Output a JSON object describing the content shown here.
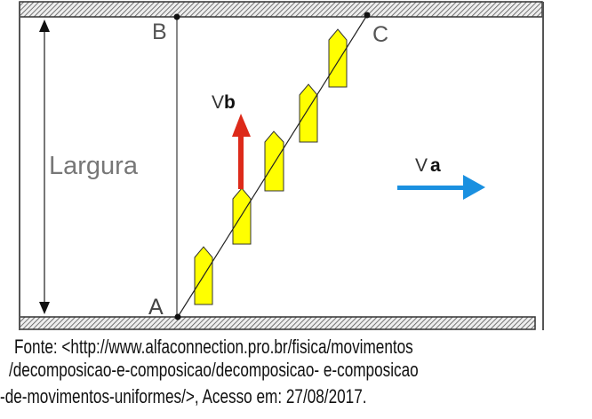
{
  "diagram": {
    "points": {
      "A": "A",
      "B": "B",
      "C": "C"
    },
    "width_label": "Largura",
    "boat_velocity_label": {
      "v": "V",
      "sub": "b"
    },
    "river_velocity_label": {
      "v": "V",
      "sub": "a"
    },
    "colors": {
      "boat": "#ffff00",
      "boat_velocity": "#dd2a1a",
      "river_velocity": "#1a90e0",
      "bank": "#888888"
    }
  },
  "caption": {
    "line1": "Fonte: <http://www.alfaconnection.pro.br/fisica/movimentos",
    "line2": "/decomposicao-e-composicao/decomposicao- e-composicao",
    "line3": "-de-movimentos-uniformes/>, Acesso  em: 27/08/2017."
  }
}
